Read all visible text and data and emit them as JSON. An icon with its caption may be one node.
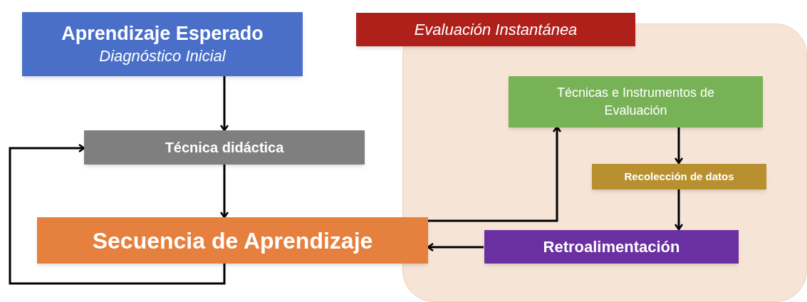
{
  "diagram": {
    "nodes": [
      {
        "text": [
          "Aprendizaje Esperado",
          "Diagnóstico Inicial"
        ]
      },
      {
        "text": [
          "Evaluación Instantánea"
        ]
      },
      {
        "text": [],
        "shape": "box"
      },
      {
        "text": [
          "Técnica didáctica"
        ]
      },
      {
        "text": [
          "Técnicas e Instrumentos de Evaluación"
        ],
        "in": 2
      },
      {
        "text": [
          "Recolección de datos"
        ],
        "in": 2
      },
      {
        "text": [
          "Secuencia de Aprendizaje"
        ]
      },
      {
        "text": [
          "Retroalimentación"
        ],
        "in": 2
      }
    ],
    "edges": [
      {
        "from": 0,
        "to": 3,
        "arrow": "to"
      },
      {
        "from": 3,
        "to": 6,
        "arrow": "to"
      },
      {
        "from": 6,
        "to": 3,
        "arrow": "to"
      },
      {
        "from": 6,
        "to": 4,
        "arrow": "to"
      },
      {
        "from": 4,
        "to": 5,
        "arrow": "to"
      },
      {
        "from": 5,
        "to": 7,
        "arrow": "to"
      },
      {
        "from": 7,
        "to": 6,
        "arrow": "to"
      }
    ]
  }
}
